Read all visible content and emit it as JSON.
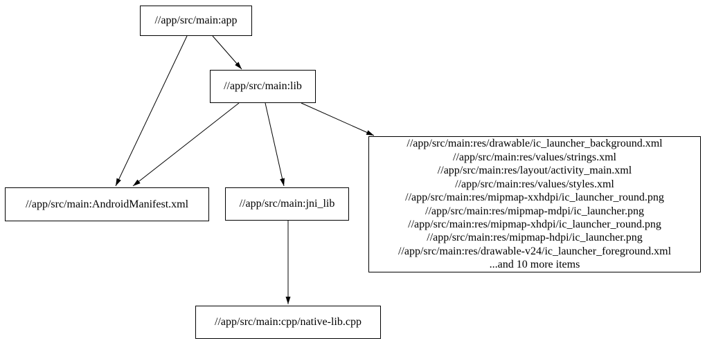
{
  "graph": {
    "nodes": {
      "app": {
        "label": "//app/src/main:app"
      },
      "lib": {
        "label": "//app/src/main:lib"
      },
      "manifest": {
        "label": "//app/src/main:AndroidManifest.xml"
      },
      "jni_lib": {
        "label": "//app/src/main:jni_lib"
      },
      "res_group": {
        "lines": [
          "//app/src/main:res/drawable/ic_launcher_background.xml",
          "//app/src/main:res/values/strings.xml",
          "//app/src/main:res/layout/activity_main.xml",
          "//app/src/main:res/values/styles.xml",
          "//app/src/main:res/mipmap-xxhdpi/ic_launcher_round.png",
          "//app/src/main:res/mipmap-mdpi/ic_launcher.png",
          "//app/src/main:res/mipmap-xhdpi/ic_launcher_round.png",
          "//app/src/main:res/mipmap-hdpi/ic_launcher.png",
          "//app/src/main:res/drawable-v24/ic_launcher_foreground.xml",
          "...and 10 more items"
        ]
      },
      "native_lib": {
        "label": "//app/src/main:cpp/native-lib.cpp"
      }
    },
    "edges": [
      {
        "from": "//app/src/main:app",
        "to": "//app/src/main:lib"
      },
      {
        "from": "//app/src/main:app",
        "to": "//app/src/main:AndroidManifest.xml"
      },
      {
        "from": "//app/src/main:lib",
        "to": "//app/src/main:AndroidManifest.xml"
      },
      {
        "from": "//app/src/main:lib",
        "to": "//app/src/main:jni_lib"
      },
      {
        "from": "//app/src/main:lib",
        "to": "res_group"
      },
      {
        "from": "//app/src/main:jni_lib",
        "to": "//app/src/main:cpp/native-lib.cpp"
      }
    ],
    "colors": {
      "background": "#ffffff",
      "node_border": "#000000",
      "text": "#000000",
      "edge": "#000000"
    }
  }
}
